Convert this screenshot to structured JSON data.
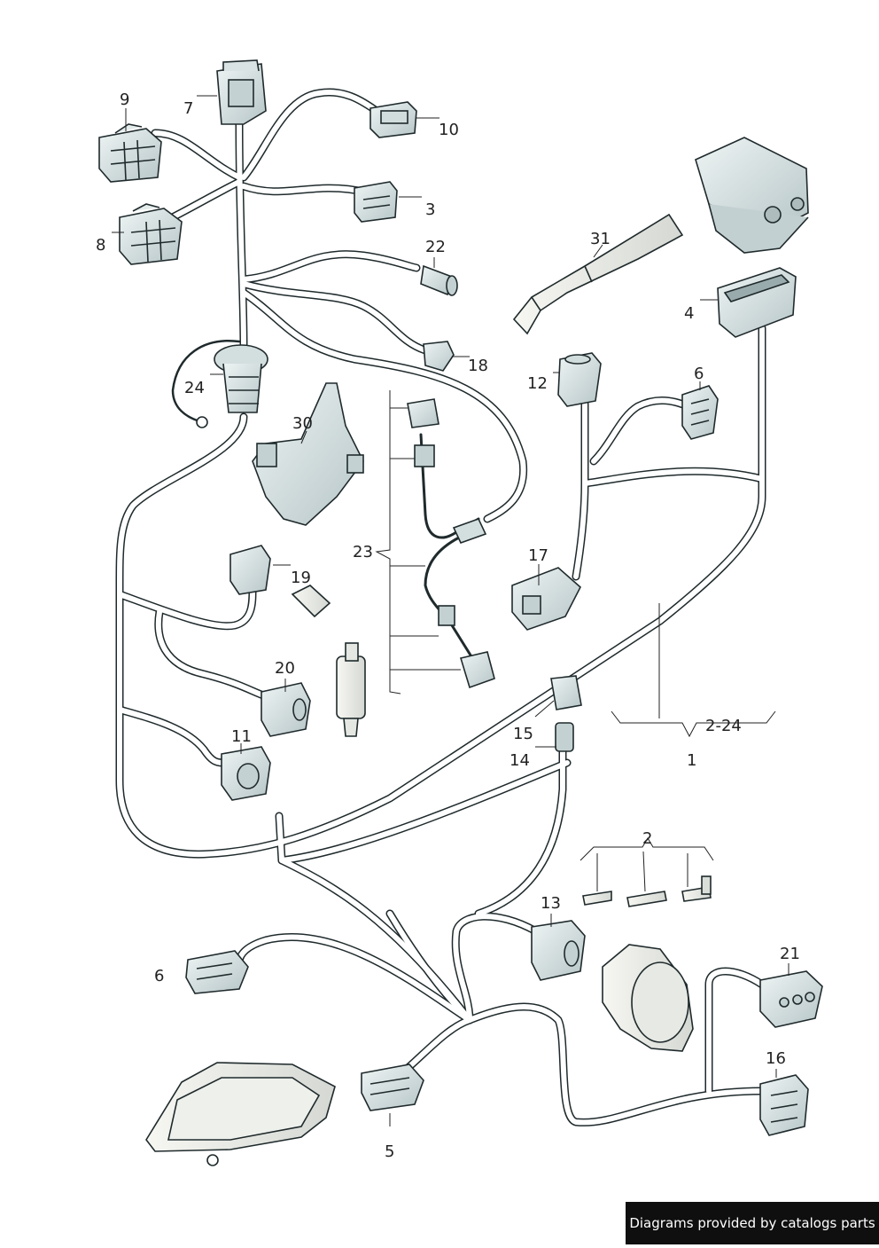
{
  "callouts": {
    "c9": "9",
    "c7": "7",
    "c10": "10",
    "c3": "3",
    "c8": "8",
    "c22": "22",
    "c18": "18",
    "c24": "24",
    "c30": "30",
    "c31": "31",
    "c4": "4",
    "c12": "12",
    "c6a": "6",
    "c23": "23",
    "c17": "17",
    "c19": "19",
    "c20": "20",
    "c11": "11",
    "c15": "15",
    "c14": "14",
    "c224": "2-24",
    "c1": "1",
    "c2": "2",
    "c13": "13",
    "c6b": "6",
    "c21": "21",
    "c16": "16",
    "c5": "5"
  },
  "footer": {
    "credit": "Diagrams provided by catalogs parts"
  }
}
